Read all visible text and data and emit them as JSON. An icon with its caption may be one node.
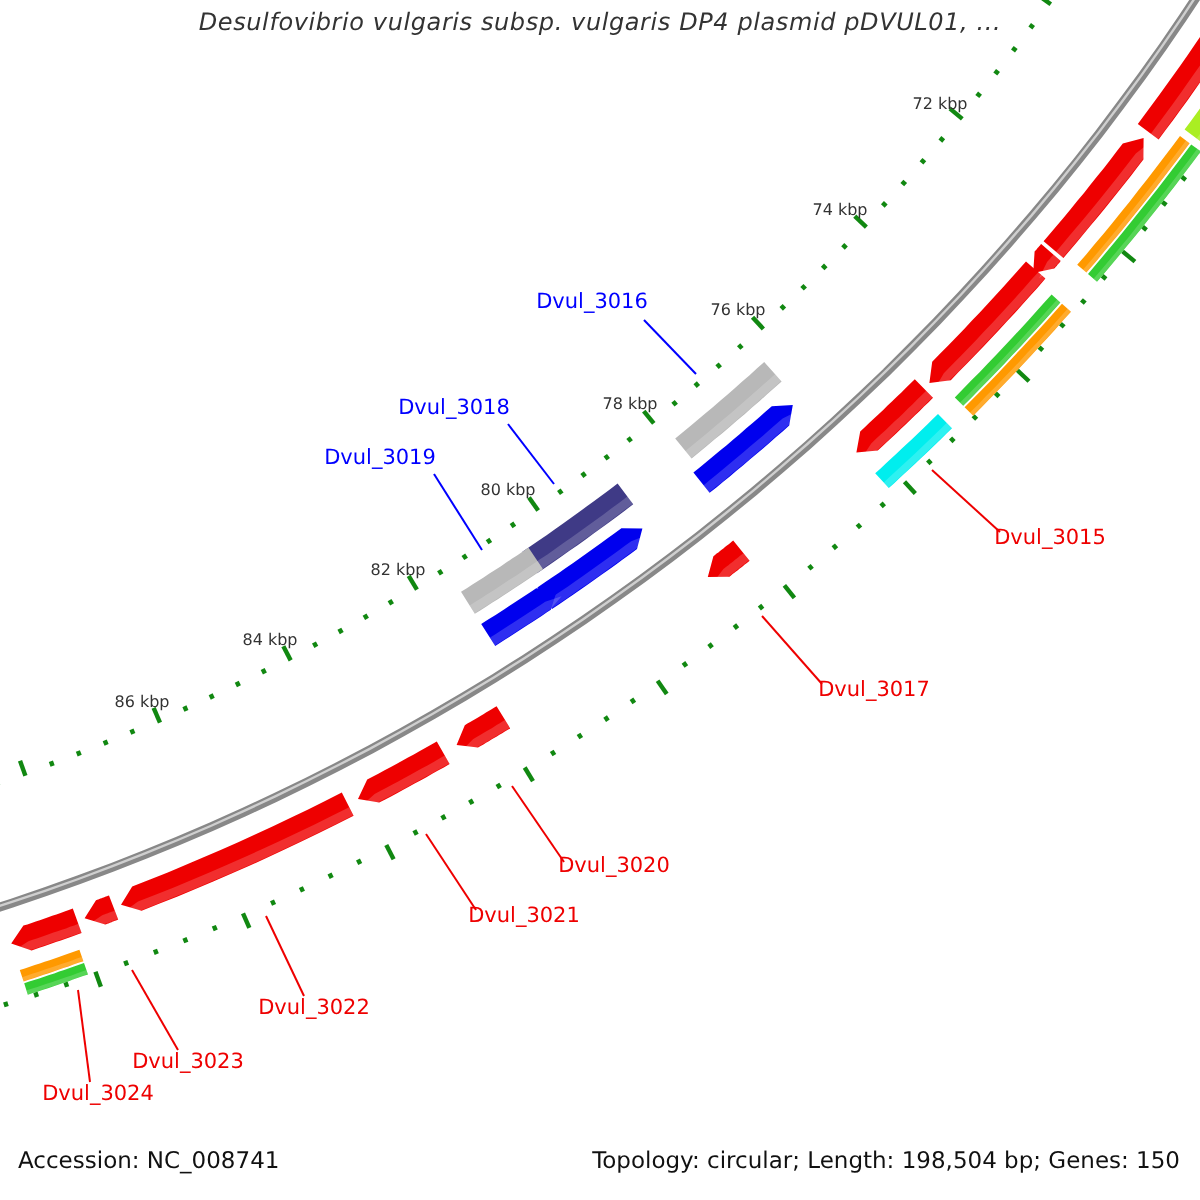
{
  "diagram": {
    "title": "Desulfovibrio vulgaris subsp. vulgaris DP4 plasmid pDVUL01, ...",
    "nodes": [
      {
        "text": [
          "Dvul_3016"
        ]
      },
      {
        "text": [
          "Dvul_3018"
        ]
      },
      {
        "text": [
          "Dvul_3019"
        ]
      },
      {
        "text": [
          "Dvul_3015"
        ]
      },
      {
        "text": [
          "Dvul_3017"
        ]
      },
      {
        "text": [
          "Dvul_3020"
        ]
      },
      {
        "text": [
          "Dvul_3021"
        ]
      },
      {
        "text": [
          "Dvul_3022"
        ]
      },
      {
        "text": [
          "Dvul_3023"
        ]
      },
      {
        "text": [
          "Dvul_3024"
        ]
      }
    ],
    "edges": [
      {
        "from": 0,
        "to": null,
        "arrow": "none",
        "color": "#0000ff"
      },
      {
        "from": 1,
        "to": null,
        "arrow": "none",
        "color": "#0000ff"
      },
      {
        "from": 2,
        "to": null,
        "arrow": "none",
        "color": "#0000ff"
      },
      {
        "from": 3,
        "to": null,
        "arrow": "none"
      },
      {
        "from": 4,
        "to": null,
        "arrow": "none"
      },
      {
        "from": 5,
        "to": null,
        "arrow": "none"
      },
      {
        "from": 6,
        "to": null,
        "arrow": "none"
      },
      {
        "from": 7,
        "to": null,
        "arrow": "none"
      },
      {
        "from": 8,
        "to": null,
        "arrow": "none"
      },
      {
        "from": 9,
        "to": null,
        "arrow": "none"
      }
    ],
    "labels": [
      "72 kbp",
      "74 kbp",
      "76 kbp",
      "78 kbp",
      "80 kbp",
      "82 kbp",
      "84 kbp",
      "86 kbp",
      "Accession: NC_008741",
      "Topology: circular; Length: 198,504 bp; Genes: 150"
    ]
  }
}
